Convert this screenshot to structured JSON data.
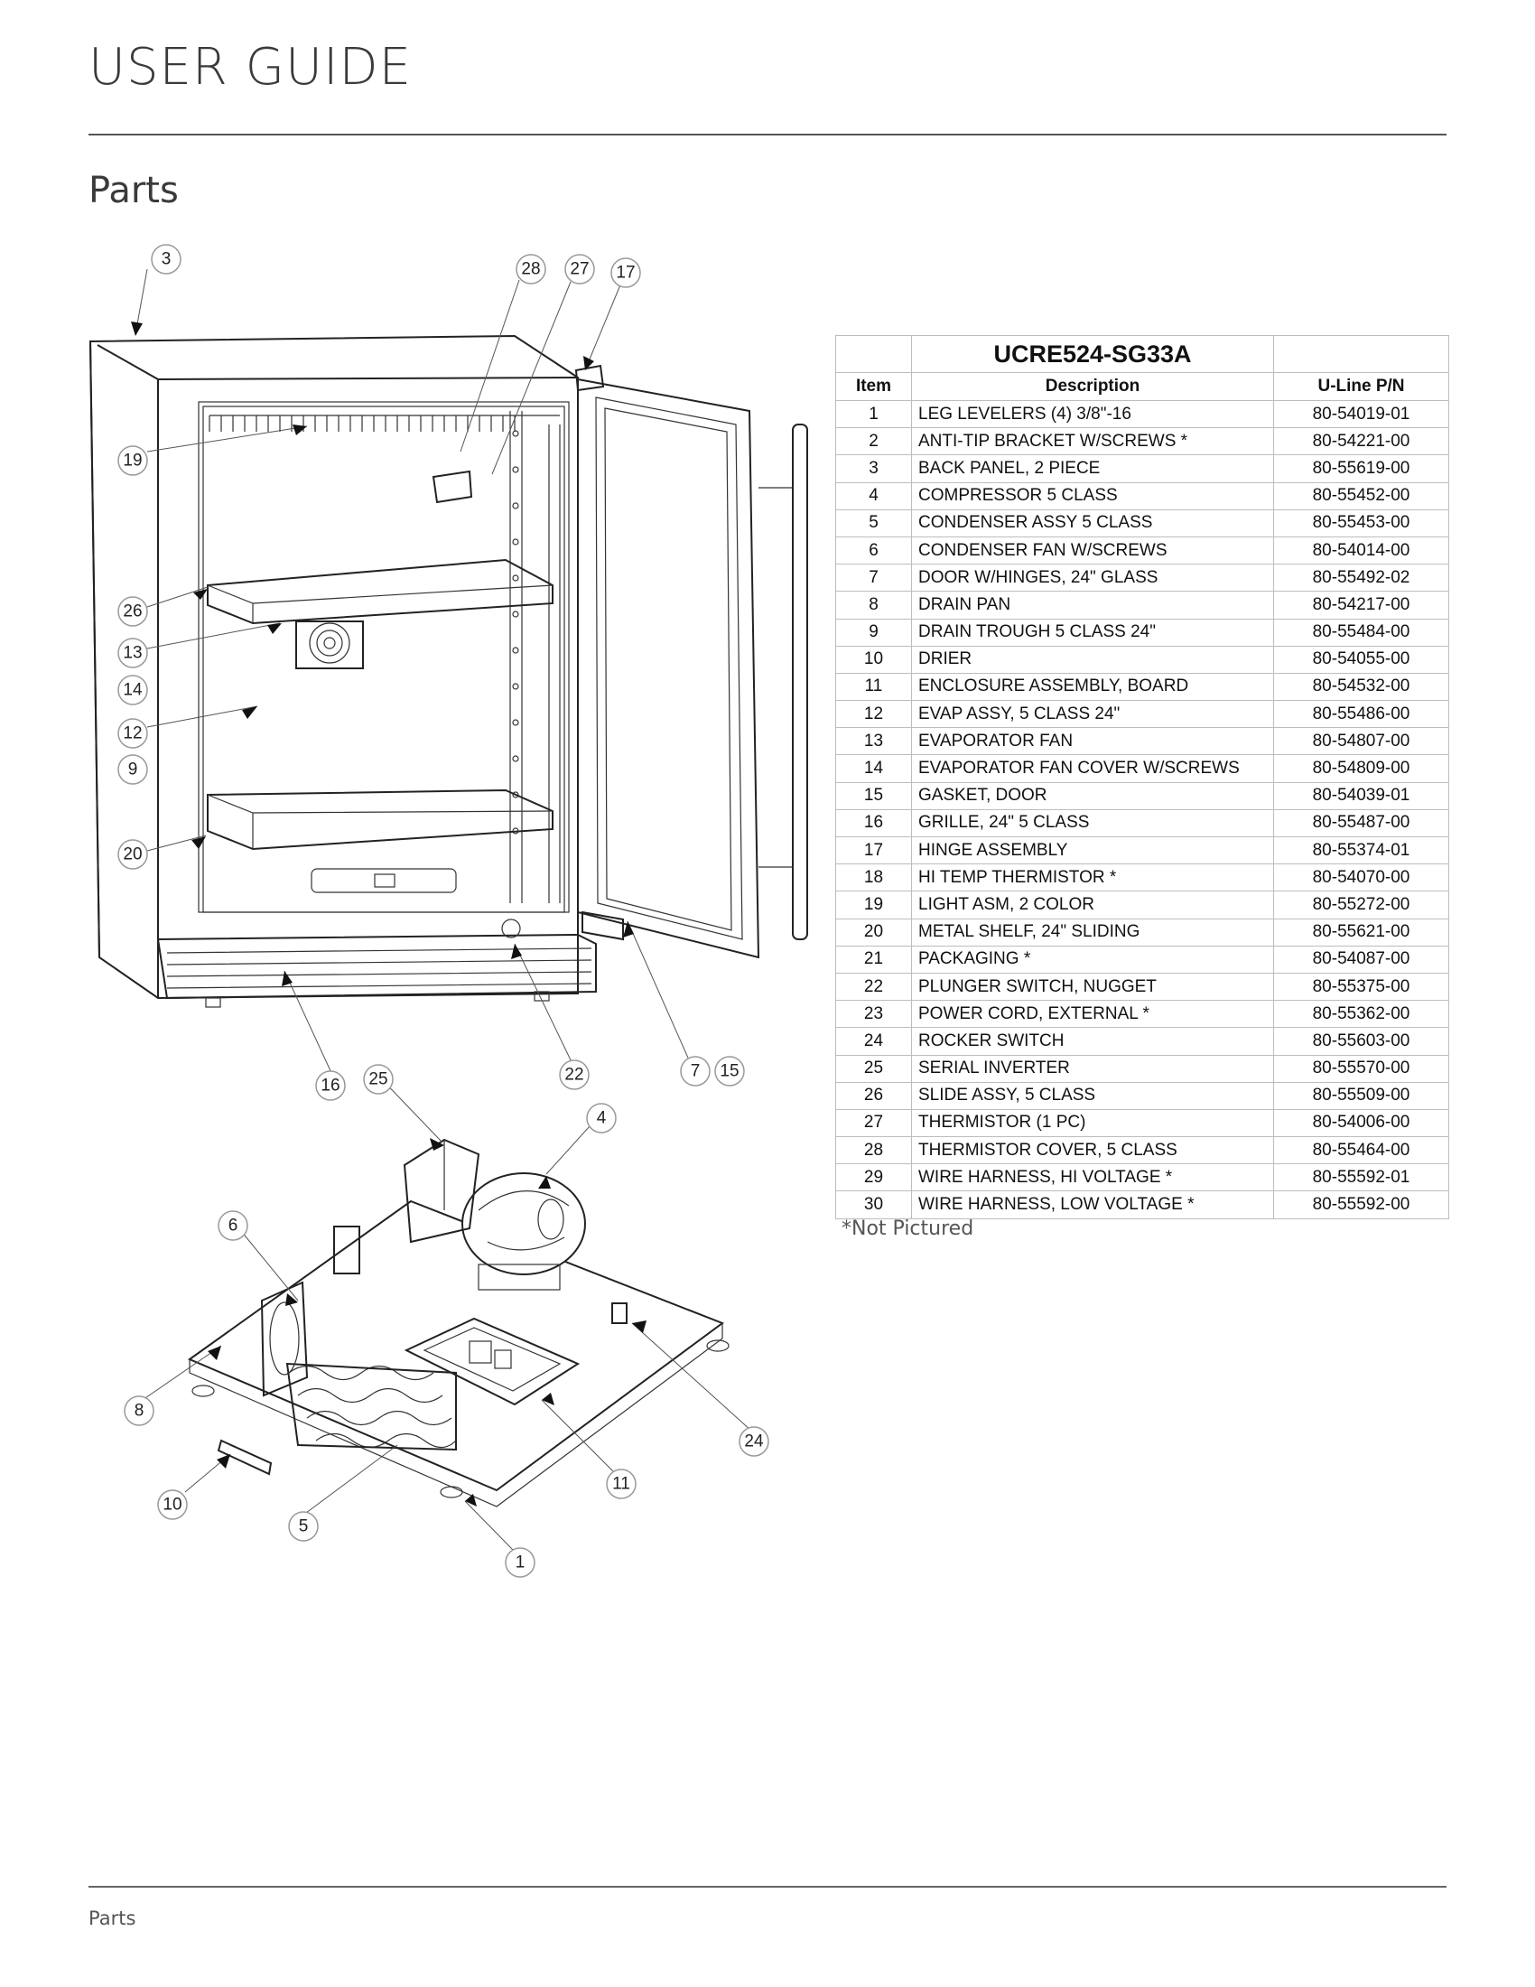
{
  "header": {
    "title": "USER GUIDE"
  },
  "section": {
    "title": "Parts"
  },
  "table": {
    "model": "UCRE524-SG33A",
    "headers": {
      "item": "Item",
      "description": "Description",
      "pn": "U-Line P/N"
    },
    "rows": [
      {
        "item": "1",
        "description": "LEG LEVELERS (4) 3/8\"-16",
        "pn": "80-54019-01"
      },
      {
        "item": "2",
        "description": "ANTI-TIP BRACKET W/SCREWS *",
        "pn": "80-54221-00"
      },
      {
        "item": "3",
        "description": "BACK PANEL, 2 PIECE",
        "pn": "80-55619-00"
      },
      {
        "item": "4",
        "description": "COMPRESSOR 5 CLASS",
        "pn": "80-55452-00"
      },
      {
        "item": "5",
        "description": "CONDENSER ASSY 5 CLASS",
        "pn": "80-55453-00"
      },
      {
        "item": "6",
        "description": "CONDENSER FAN W/SCREWS",
        "pn": "80-54014-00"
      },
      {
        "item": "7",
        "description": "DOOR W/HINGES, 24\" GLASS",
        "pn": "80-55492-02"
      },
      {
        "item": "8",
        "description": "DRAIN PAN",
        "pn": "80-54217-00"
      },
      {
        "item": "9",
        "description": "DRAIN TROUGH 5 CLASS 24\"",
        "pn": "80-55484-00"
      },
      {
        "item": "10",
        "description": "DRIER",
        "pn": "80-54055-00"
      },
      {
        "item": "11",
        "description": "ENCLOSURE ASSEMBLY, BOARD",
        "pn": "80-54532-00"
      },
      {
        "item": "12",
        "description": "EVAP ASSY, 5 CLASS 24\"",
        "pn": "80-55486-00"
      },
      {
        "item": "13",
        "description": "EVAPORATOR FAN",
        "pn": "80-54807-00"
      },
      {
        "item": "14",
        "description": "EVAPORATOR FAN COVER W/SCREWS",
        "pn": "80-54809-00"
      },
      {
        "item": "15",
        "description": "GASKET, DOOR",
        "pn": "80-54039-01"
      },
      {
        "item": "16",
        "description": "GRILLE, 24\" 5 CLASS",
        "pn": "80-55487-00"
      },
      {
        "item": "17",
        "description": "HINGE ASSEMBLY",
        "pn": "80-55374-01"
      },
      {
        "item": "18",
        "description": "HI TEMP THERMISTOR *",
        "pn": "80-54070-00"
      },
      {
        "item": "19",
        "description": "LIGHT ASM, 2 COLOR",
        "pn": "80-55272-00"
      },
      {
        "item": "20",
        "description": "METAL SHELF, 24\" SLIDING",
        "pn": "80-55621-00"
      },
      {
        "item": "21",
        "description": "PACKAGING *",
        "pn": "80-54087-00"
      },
      {
        "item": "22",
        "description": "PLUNGER SWITCH, NUGGET",
        "pn": "80-55375-00"
      },
      {
        "item": "23",
        "description": "POWER CORD, EXTERNAL *",
        "pn": "80-55362-00"
      },
      {
        "item": "24",
        "description": "ROCKER SWITCH",
        "pn": "80-55603-00"
      },
      {
        "item": "25",
        "description": "SERIAL INVERTER",
        "pn": "80-55570-00"
      },
      {
        "item": "26",
        "description": "SLIDE ASSY, 5 CLASS",
        "pn": "80-55509-00"
      },
      {
        "item": "27",
        "description": "THERMISTOR (1 PC)",
        "pn": "80-54006-00"
      },
      {
        "item": "28",
        "description": "THERMISTOR COVER, 5 CLASS",
        "pn": "80-55464-00"
      },
      {
        "item": "29",
        "description": "WIRE HARNESS, HI VOLTAGE *",
        "pn": "80-55592-01"
      },
      {
        "item": "30",
        "description": "WIRE HARNESS, LOW VOLTAGE *",
        "pn": "80-55592-00"
      }
    ],
    "footnote": "*Not Pictured"
  },
  "callouts": [
    "3",
    "28",
    "27",
    "17",
    "19",
    "26",
    "13",
    "14",
    "12",
    "9",
    "20",
    "16",
    "25",
    "22",
    "7",
    "15",
    "4",
    "6",
    "8",
    "10",
    "5",
    "1",
    "11",
    "24"
  ],
  "footer": {
    "label": "Parts"
  }
}
